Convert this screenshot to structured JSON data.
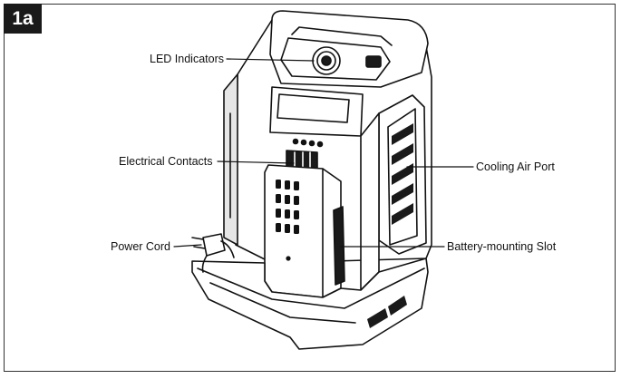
{
  "figure": {
    "tag": "1a"
  },
  "callouts": {
    "led": "LED Indicators",
    "contacts": "Electrical Contacts",
    "power": "Power Cord",
    "cooling": "Cooling Air Port",
    "slot": "Battery-mounting Slot"
  },
  "colors": {
    "ink": "#111111",
    "body": "#ffffff",
    "dark": "#1a1a1a"
  }
}
